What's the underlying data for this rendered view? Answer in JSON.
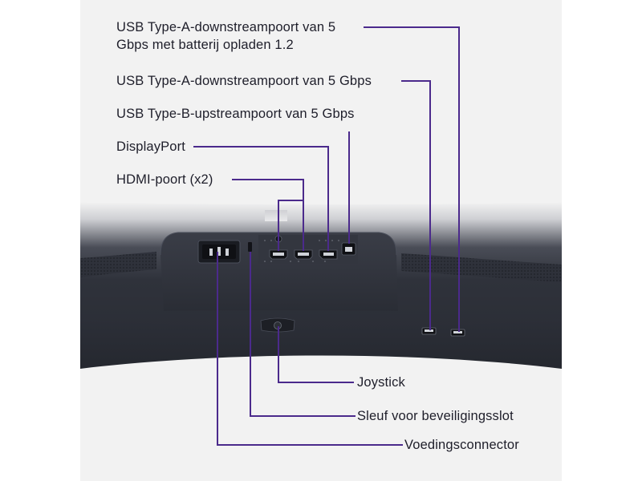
{
  "colors": {
    "callout_line": "#4b2a8c",
    "text": "#1e1e2a",
    "background": "#f2f2f2",
    "monitor_body": "#2b2e37"
  },
  "labels": {
    "usb_a_charging": [
      "USB Type-A-downstreampoort van 5",
      "Gbps met batterij opladen 1.2"
    ],
    "usb_a": "USB Type-A-downstreampoort van 5 Gbps",
    "usb_b": "USB Type-B-upstreampoort van 5 Gbps",
    "displayport": "DisplayPort",
    "hdmi": "HDMI-poort (x2)",
    "joystick": "Joystick",
    "security_slot": "Sleuf voor beveiligingsslot",
    "power": "Voedingsconnector"
  },
  "icons": [
    "power-connector-icon",
    "security-slot-icon",
    "hdmi-port-icon",
    "displayport-icon",
    "usb-b-port-icon",
    "usb-a-port-icon",
    "joystick-icon"
  ]
}
